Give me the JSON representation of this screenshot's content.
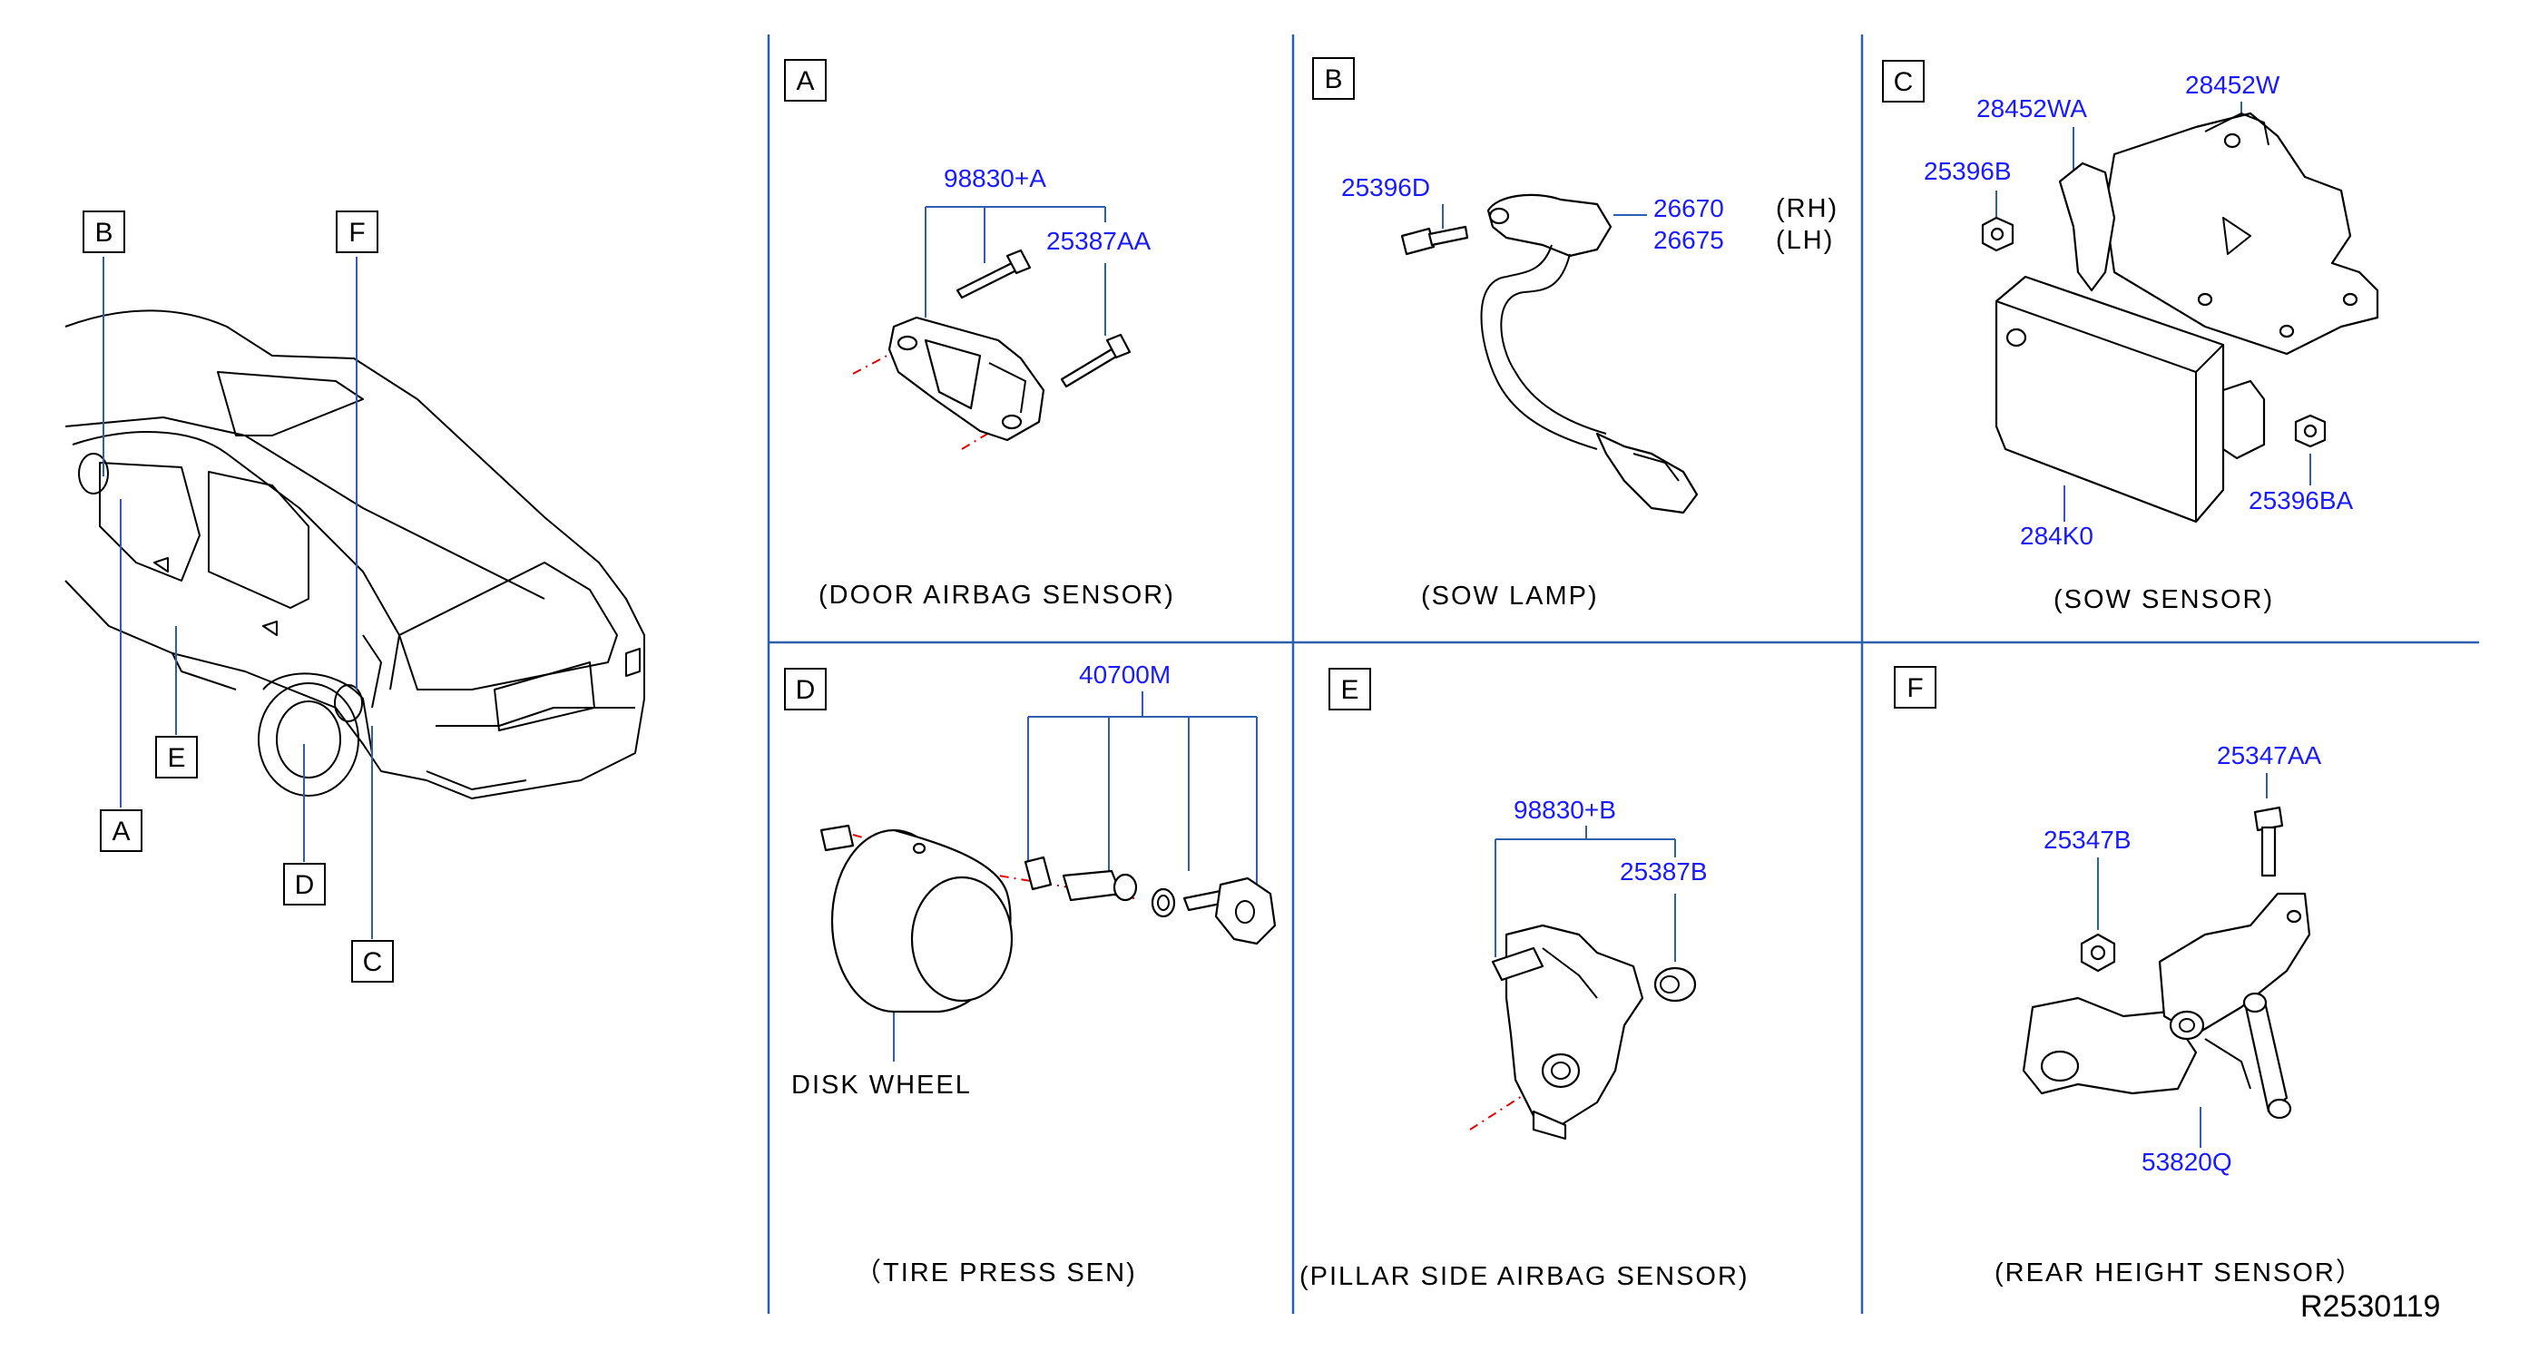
{
  "callouts": {
    "A": "A",
    "B": "B",
    "C": "C",
    "D": "D",
    "E": "E",
    "F": "F"
  },
  "panel_a": {
    "box": "A",
    "part_group": "98830+A",
    "part_bolt": "25387AA",
    "caption": "(DOOR   AIRBAG   SENSOR)"
  },
  "panel_b": {
    "box": "B",
    "part_bolt": "25396D",
    "part_rh": "26670",
    "part_lh": "26675",
    "rh": "(RH)",
    "lh": "(LH)",
    "caption": "(SOW   LAMP)"
  },
  "panel_c": {
    "box": "C",
    "part_bracket_a": "28452WA",
    "part_bracket": "28452W",
    "part_nut": "25396B",
    "part_nut_b": "25396BA",
    "part_module": "284K0",
    "caption": "(SOW   SENSOR)"
  },
  "panel_d": {
    "box": "D",
    "part_group": "40700M",
    "wheel_label": "DISK   WHEEL",
    "caption": "（TIRE   PRESS   SEN)"
  },
  "panel_e": {
    "box": "E",
    "part_group": "98830+B",
    "part_bolt": "25387B",
    "caption": "(PILLAR   SIDE   AIRBAG   SENSOR)"
  },
  "panel_f": {
    "box": "F",
    "part_bolt": "25347AA",
    "part_nut": "25347B",
    "part_sensor": "53820Q",
    "caption": "(REAR   HEIGHT   SENSOR）"
  },
  "diagram_id": "R2530119",
  "colors": {
    "part_number": "#1a1aff",
    "frame": "#2d5fb0",
    "centerline": "#e00000",
    "ink": "#000000"
  }
}
